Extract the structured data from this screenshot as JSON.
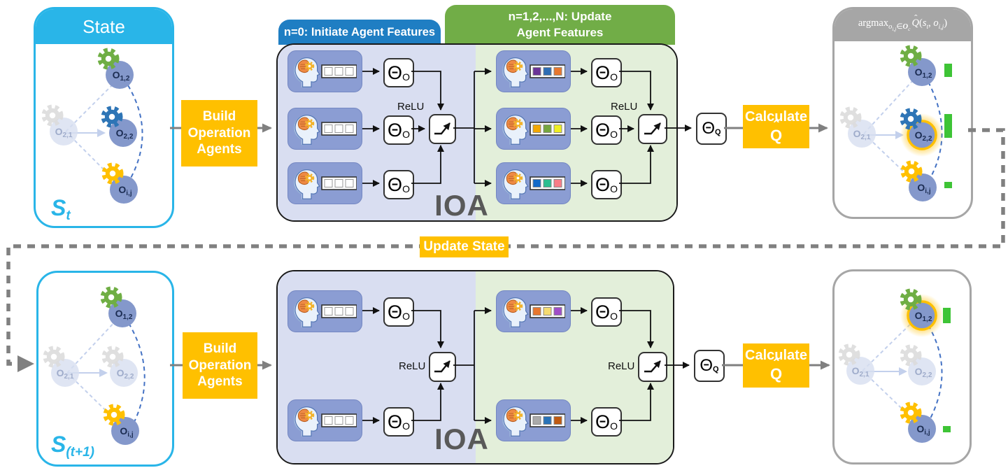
{
  "colors": {
    "cyan": "#29B5E8",
    "amber": "#FFC000",
    "blue_header": "#1F7EC3",
    "green_header": "#71AD47",
    "ioa_left_bg": "#D9DEF1",
    "ioa_right_bg": "#E3EFDA",
    "card_blue": "#8B9DD3",
    "node_blue": "#8498CB",
    "node_faded": "#D7DFF0",
    "gear_green": "#6FAE44",
    "gear_blue": "#2E75B6",
    "gear_yellow": "#FFC000",
    "gear_gray": "#DCDCDC",
    "bar_green": "#3EC436",
    "gray_border": "#A6A6A6",
    "arc_blue": "#4472C4",
    "light_edge": "#C3D0EC"
  },
  "stateTop": {
    "title": "State",
    "sBase": "S",
    "sSub": "t"
  },
  "stateBottom": {
    "sBase": "S",
    "sSub": "(t+1)"
  },
  "buildLabel": "Build Operation Agents",
  "updateStateLabel": "Update State",
  "ioa": {
    "headerInit": "n=0:  Initiate Agent Features",
    "headerUpdate1": "n=1,2,...,N: Update",
    "headerUpdate2": "Agent Features",
    "label": "IOA",
    "relu": "ReLU",
    "thetaBase": "Θ",
    "thetaSubO": "O",
    "thetaSubQ": "Q"
  },
  "calc": {
    "line1": "Calculate",
    "q": "Q",
    "hat": "ˆ"
  },
  "formula": {
    "argmax": "argmax",
    "oSub": "o",
    "ijSub": "i,j",
    "inSym": "∈",
    "setO": "O",
    "setC": "c",
    "qHatQ": "Q",
    "qHatHat": "ˆ",
    "open": "(",
    "s": "s",
    "sSub": "t",
    "comma": ", ",
    "o2": "o",
    "ij2": "i,j",
    "close": ")"
  },
  "nodes": {
    "o12": {
      "base": "O",
      "sub": "1,2"
    },
    "o21": {
      "base": "O",
      "sub": "2,1"
    },
    "o22": {
      "base": "O",
      "sub": "2,2"
    },
    "oij": {
      "base": "O",
      "sub": "i,j"
    }
  },
  "features": {
    "initRow": [
      "#FFFFFF",
      "#FFFFFF",
      "#FFFFFF"
    ],
    "updateTop": [
      [
        "#6A3397",
        "#2E6DB4",
        "#E8772E"
      ],
      [
        "#F3A800",
        "#76A63F",
        "#EEEE22"
      ],
      [
        "#1169C9",
        "#2BBE8F",
        "#F97D87"
      ]
    ],
    "updateBottom": [
      [
        "#E8772E",
        "#F5DB71",
        "#A04EC8"
      ],
      [
        "#ABABAB",
        "#2973B8",
        "#C05A11"
      ]
    ]
  },
  "qBars": {
    "top": [
      {
        "node": "O1,2",
        "h": 19
      },
      {
        "node": "O2,2",
        "h": 34
      },
      {
        "node": "Oi,j",
        "h": 9
      }
    ],
    "bottom": [
      {
        "node": "O1,2",
        "h": 22
      },
      {
        "node": "Oi,j",
        "h": 9
      }
    ]
  }
}
